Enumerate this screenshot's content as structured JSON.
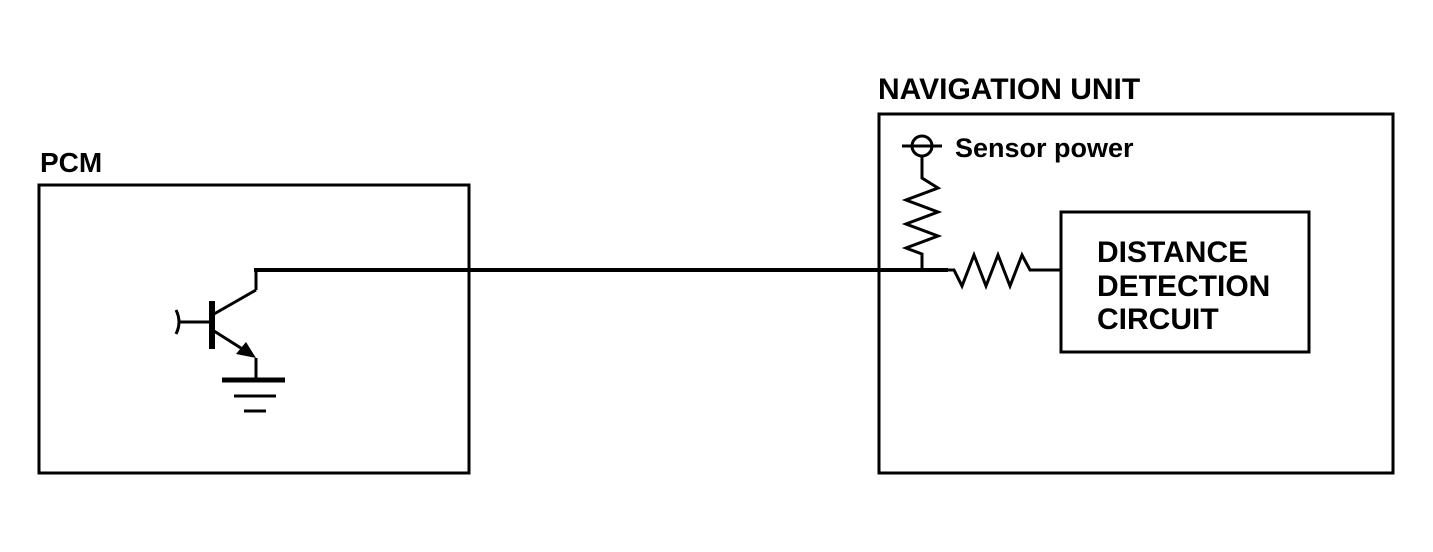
{
  "pcm": {
    "label": "PCM"
  },
  "navigation_unit": {
    "label": "NAVIGATION UNIT",
    "sensor_power_label": "Sensor power",
    "circuit_lines": [
      "DISTANCE",
      "DETECTION",
      "CIRCUIT"
    ]
  },
  "colors": {
    "line": "#000000",
    "background": "#ffffff"
  }
}
